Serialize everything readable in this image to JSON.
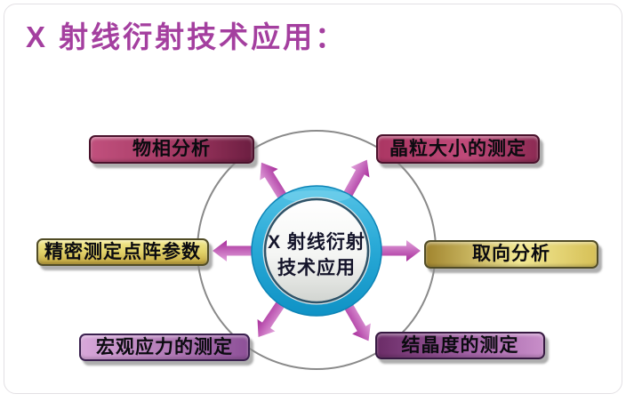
{
  "card": {
    "background": "#ffffff",
    "border_color": "#e3e0e4"
  },
  "title": {
    "text": "X 射线衍射技术应用：",
    "color": "#a43f9f"
  },
  "diagram": {
    "orbit_color": "#8a8a8a",
    "arrow": {
      "color_light": "#e2a4dc",
      "color_dark": "#a72b9a"
    },
    "hub": {
      "line1": "X 射线衍射",
      "line2": "技术应用",
      "text_color": "#14142a",
      "ring_top": "#55c3e6",
      "ring_mid": "#2aaad7",
      "ring_bottom": "#0f92c5",
      "ring_edge": "#0d84b6",
      "dark_ring": "#2f5368",
      "silver_ring": "#dde6e9",
      "face_top": "#ffffff",
      "face_mid": "#f4f5f3",
      "face_bottom": "#d2d5d1",
      "gloss": "#7dd6ef"
    },
    "nodes": [
      {
        "id": "phase-analysis",
        "label": "物相分析",
        "position": "top-left",
        "c1": "#c1507d",
        "c2": "#a23862",
        "c3": "#6c1e41",
        "border": "#4a122c"
      },
      {
        "id": "grain-size-measurement",
        "label": "晶粒大小的测定",
        "position": "top-right",
        "c1": "#ab3663",
        "c2": "#bf4a79",
        "c3": "#8c2a53",
        "border": "#4a122c"
      },
      {
        "id": "lattice-parameter-precision",
        "label": "精密测定点阵参数",
        "position": "middle-left",
        "c1": "#f2e88e",
        "c2": "#e2d269",
        "c3": "#bfa23c",
        "border": "#514c26"
      },
      {
        "id": "orientation-analysis",
        "label": "取向分析",
        "position": "middle-right",
        "c1": "#a1852f",
        "c2": "#f2e893",
        "c3": "#d6c057",
        "border": "#514c26"
      },
      {
        "id": "macro-stress-measurement",
        "label": "宏观应力的测定",
        "position": "bottom-left",
        "c1": "#d8a8da",
        "c2": "#b078b5",
        "c3": "#8d5098",
        "border": "#3c2150"
      },
      {
        "id": "crystallinity-measurement",
        "label": "结晶度的测定",
        "position": "bottom-right",
        "c1": "#6b2c67",
        "c2": "#a161a5",
        "c3": "#c88ec9",
        "border": "#371a42"
      }
    ]
  }
}
